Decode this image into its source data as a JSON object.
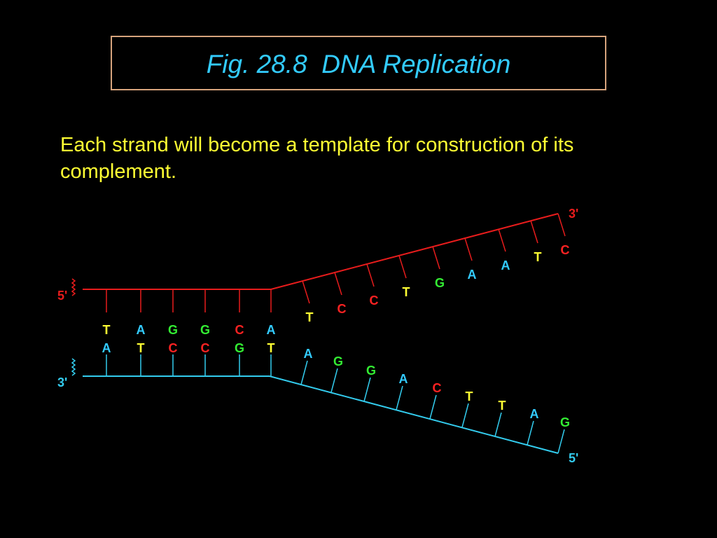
{
  "slide": {
    "title": "Fig. 28.8  DNA Replication",
    "subtitle": "Each strand will become a template for construction of its complement."
  },
  "colors": {
    "background": "#000000",
    "title": "#33ccff",
    "title_border": "#d6a37c",
    "subtitle": "#ffff33",
    "top_strand": "#e81c1c",
    "bottom_strand": "#33ccee",
    "base_T": "#ffff33",
    "base_A": "#33ccff",
    "base_G": "#33ee33",
    "base_C": "#ff2222"
  },
  "strand_labels": {
    "top_left": "5'",
    "top_right": "3'",
    "bottom_left": "3'",
    "bottom_right": "5'"
  },
  "paired_region": {
    "top_bases": [
      "T",
      "A",
      "G",
      "G",
      "C",
      "A"
    ],
    "bottom_bases": [
      "A",
      "T",
      "C",
      "C",
      "G",
      "T"
    ]
  },
  "unpaired_region": {
    "top_bases": [
      "T",
      "C",
      "C",
      "T",
      "G",
      "A",
      "A",
      "T",
      "C"
    ],
    "bottom_bases": [
      "A",
      "G",
      "G",
      "A",
      "C",
      "T",
      "T",
      "A",
      "G"
    ]
  }
}
